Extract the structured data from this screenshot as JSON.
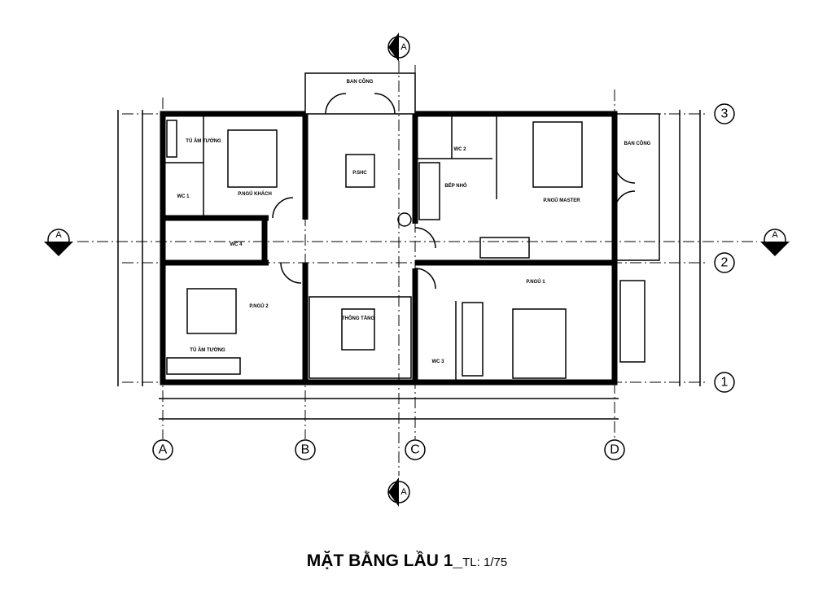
{
  "title": {
    "main": "MẶT BẰNG LẦU 1_",
    "scale": "TL: 1/75"
  },
  "section_marker": "A",
  "grid_columns": [
    "A",
    "B",
    "C",
    "D"
  ],
  "grid_rows": [
    "3",
    "2",
    "1"
  ],
  "rooms": {
    "balcony_top": "BAN CÔNG",
    "guest_bedroom": "P.NGỦ KHÁCH",
    "wardrobe_top": "TỦ ÂM TƯỜNG",
    "wc1": "WC 1",
    "wc4": "WC 4",
    "family_room": "P.SHC",
    "wc2": "WC 2",
    "kitchenette": "BẾP NHỎ",
    "master_bedroom": "P.NGỦ MASTER",
    "balcony_right": "BAN CÔNG",
    "bedroom2": "P.NGỦ 2",
    "wardrobe_bottom": "TỦ ÂM TƯỜNG",
    "void": "THÔNG TẦNG",
    "bedroom1": "P.NGỦ 1",
    "wc3": "WC 3"
  }
}
